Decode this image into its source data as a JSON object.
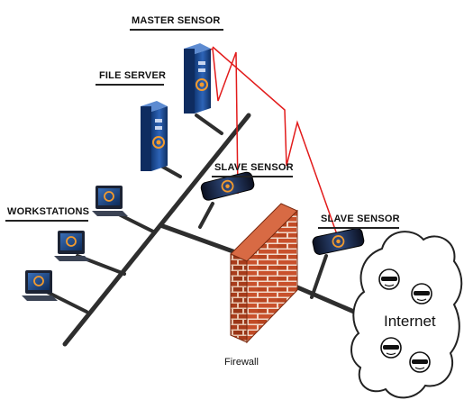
{
  "labels": {
    "master_sensor": "MASTER SENSOR",
    "file_server": "FILE SERVER",
    "slave_sensor_1": "SLAVE SENSOR",
    "slave_sensor_2": "SLAVE SENSOR",
    "workstations": "WORKSTATIONS",
    "firewall": "Firewall",
    "internet": "Internet"
  },
  "colors": {
    "cable": "#2e2e2e",
    "red_link": "#e21b1b",
    "tower": "#1e4f98",
    "brick": "#c9512c",
    "mortar": "#f1d8c9"
  }
}
